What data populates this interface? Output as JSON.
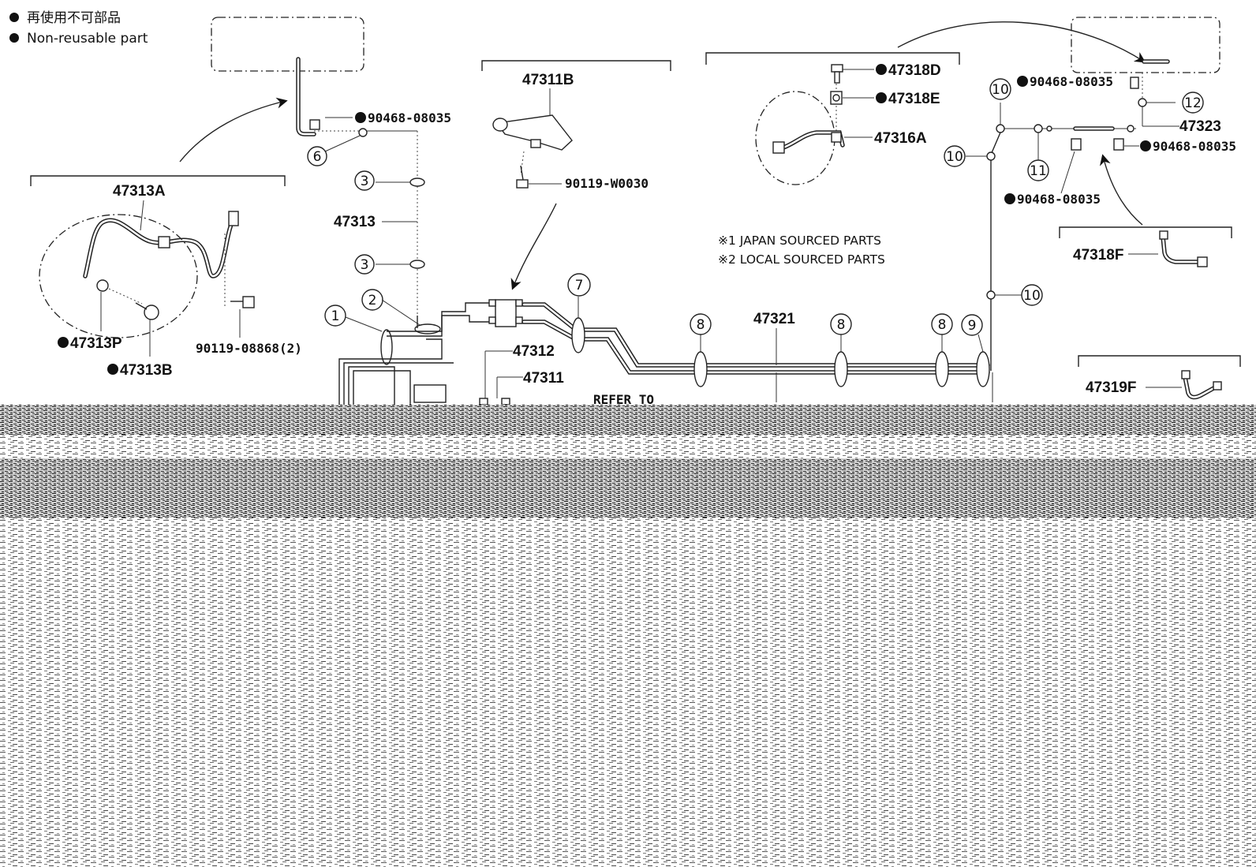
{
  "legend": {
    "symbol": "●",
    "line_ja": "再使用不可部品",
    "line_en": "Non-reusable part"
  },
  "notes": {
    "japan": "※1 JAPAN SOURCED PARTS",
    "local": "※2 LOCAL SOURCED PARTS"
  },
  "parts": {
    "p47313A": "47313A",
    "p47313P": "47313P",
    "p47313B": "47313B",
    "p90119_08868": "90119-08868(2)",
    "p90468_a": "90468-08035",
    "p47313": "47313",
    "p47311B": "47311B",
    "p90119_W0030": "90119-W0030",
    "p47312": "47312",
    "p47311": "47311",
    "p47321": "47321",
    "p47318D": "47318D",
    "p47318E": "47318E",
    "p47316A": "47316A",
    "p90468_b": "90468-08035",
    "p47323": "47323",
    "p90468_c": "90468-08035",
    "p90468_d": "90468-08035",
    "p47318F": "47318F",
    "p47319F": "47319F",
    "refer_to": "REFER TO"
  },
  "callouts": [
    "1",
    "2",
    "3",
    "3",
    "6",
    "7",
    "8",
    "8",
    "8",
    "9",
    "10",
    "10",
    "10",
    "11",
    "12"
  ]
}
